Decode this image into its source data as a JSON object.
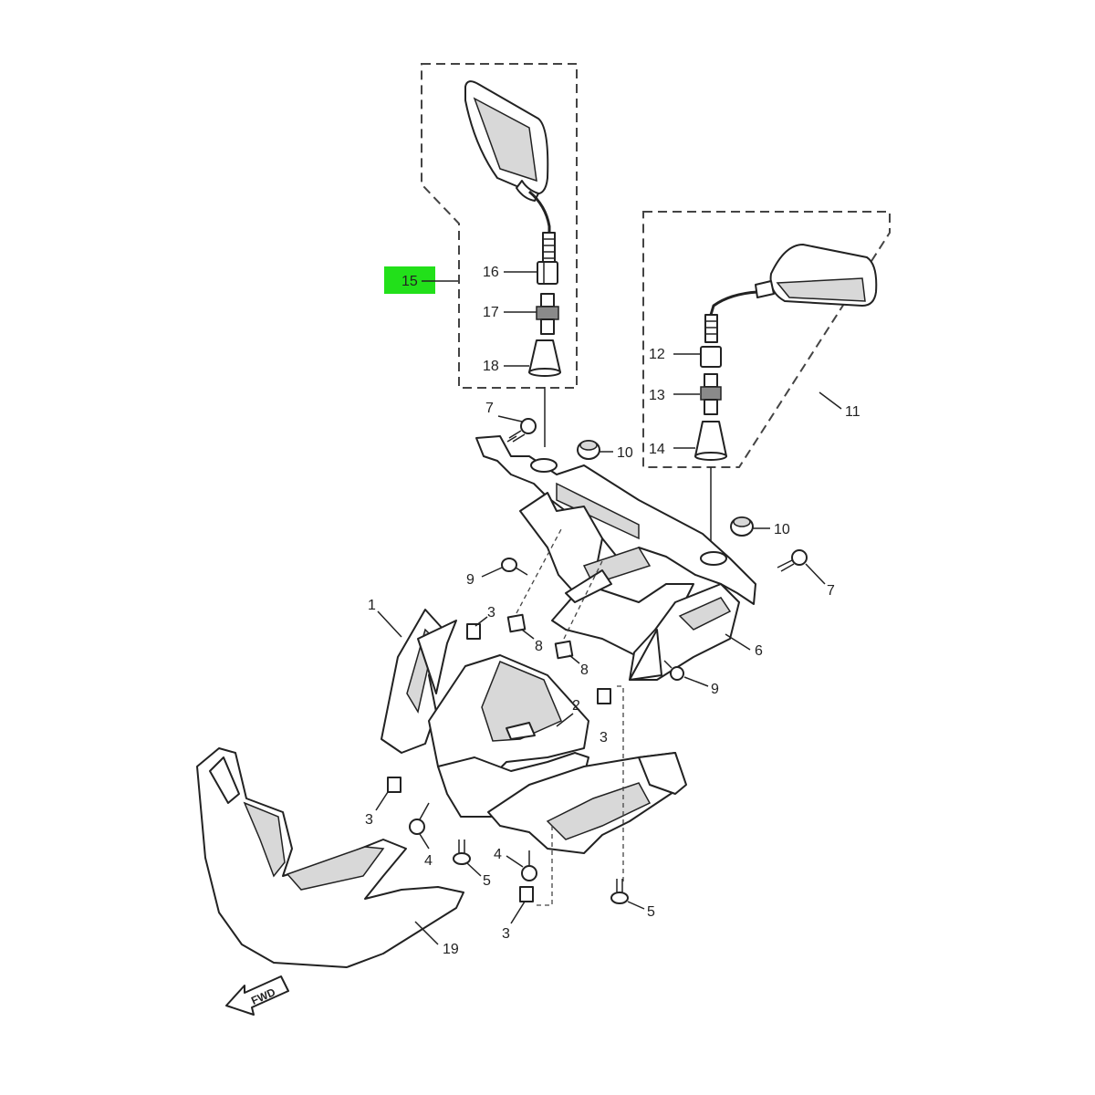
{
  "highlight": {
    "label": "15",
    "color": "#22e01a"
  },
  "callouts": {
    "c1": "1",
    "c2": "2",
    "c3a": "3",
    "c3b": "3",
    "c3c": "3",
    "c3d": "3",
    "c4a": "4",
    "c4b": "4",
    "c5a": "5",
    "c5b": "5",
    "c6": "6",
    "c7a": "7",
    "c7b": "7",
    "c8a": "8",
    "c8b": "8",
    "c9a": "9",
    "c9b": "9",
    "c10a": "10",
    "c10b": "10",
    "c11": "11",
    "c12": "12",
    "c13": "13",
    "c14": "14",
    "c16": "16",
    "c17": "17",
    "c18": "18",
    "c19": "19"
  },
  "fwd_label": "FWD"
}
